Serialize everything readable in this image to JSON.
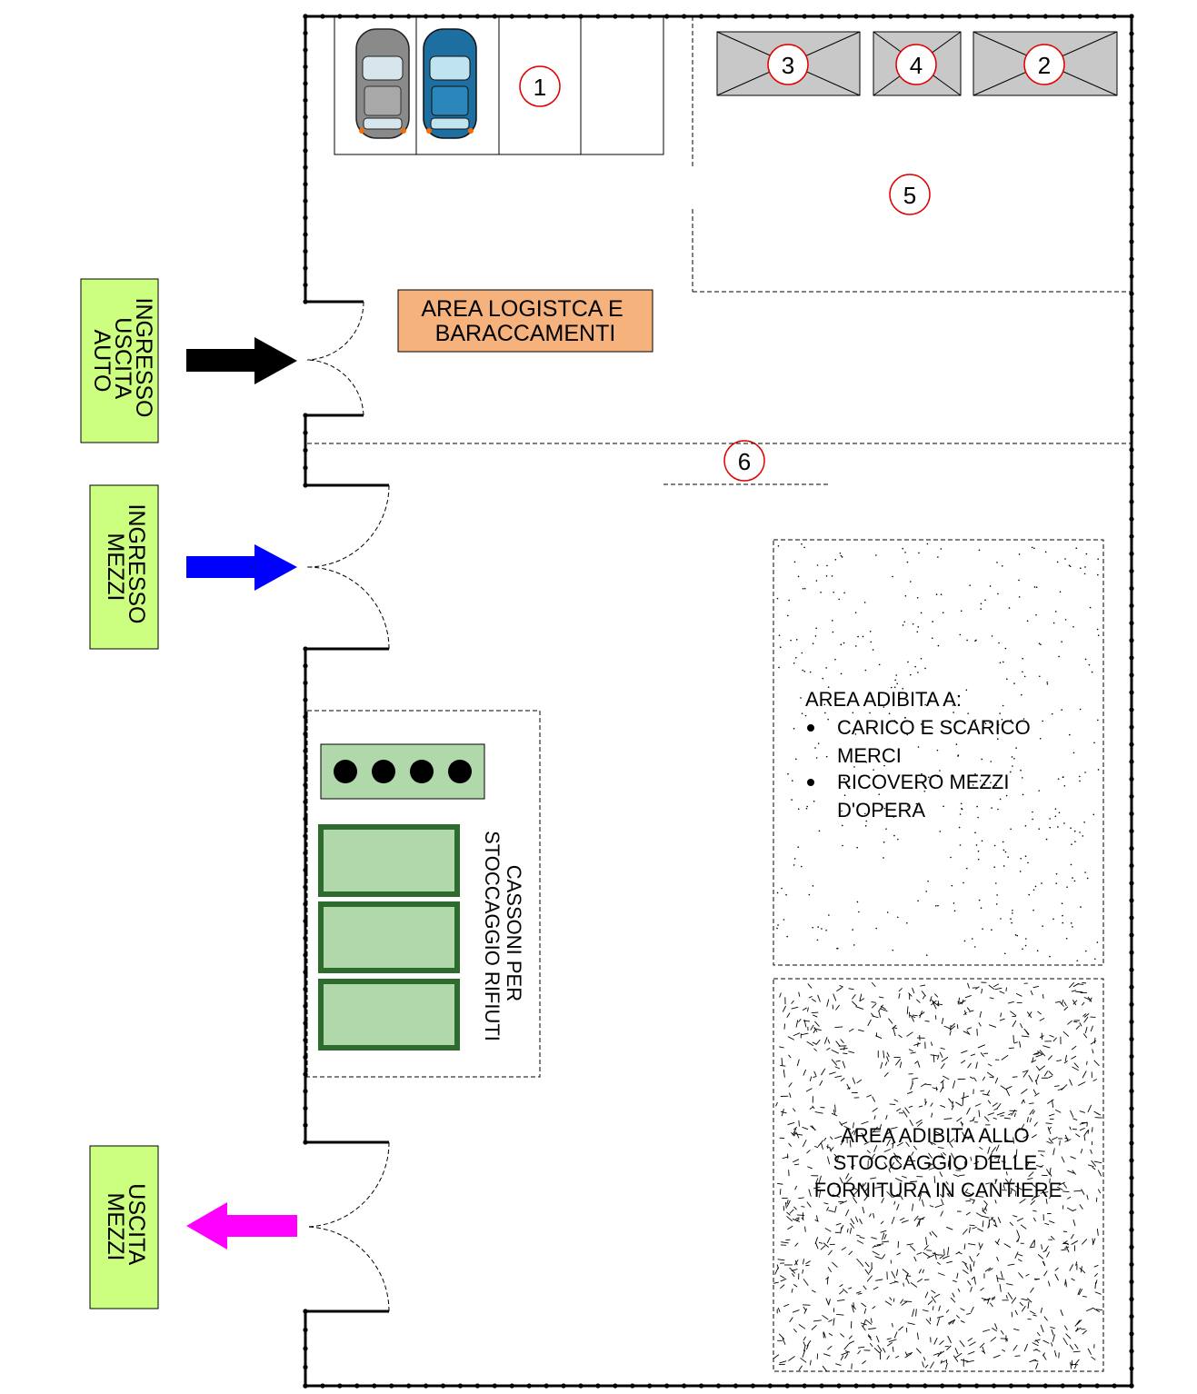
{
  "gates": {
    "car_entry": {
      "label_lines": [
        "INGRESSO",
        "USCITA",
        "AUTO"
      ],
      "arrow_color": "#000000"
    },
    "vehicle_entry": {
      "label_lines": [
        "INGRESSO",
        "MEZZI"
      ],
      "arrow_color": "#0000ff"
    },
    "vehicle_exit": {
      "label_lines": [
        "USCITA",
        "MEZZI"
      ],
      "arrow_color": "#ff00ff"
    }
  },
  "logistics_area": {
    "lines": [
      "AREA LOGISTCA E",
      "BARACCAMENTI"
    ]
  },
  "markers": {
    "m1": "1",
    "m2": "2",
    "m3": "3",
    "m4": "4",
    "m5": "5",
    "m6": "6"
  },
  "waste": {
    "lines": [
      "CASSONI PER",
      "STOCCAGGIO RIFIUTI"
    ]
  },
  "loading_area": {
    "title": "AREA ADIBITA A:",
    "items": [
      {
        "lines": [
          "CARICO E SCARICO",
          "MERCI"
        ]
      },
      {
        "lines": [
          "RICOVERO MEZZI",
          "D'OPERA"
        ]
      }
    ]
  },
  "storage_area": {
    "lines": [
      "AREA ADIBITA ALLO",
      "STOCCAGGIO DELLE",
      "FORNITURA IN CANTIERE"
    ]
  },
  "colors": {
    "label_bg": "#ccff80",
    "logistics_bg": "#f5b27d",
    "waste_fill": "#b0d8aa",
    "waste_border": "#2e6b2e",
    "hut_fill": "#c8c8c8",
    "car1": "#8a8a8a",
    "car2": "#1c6fa0",
    "marker_stroke": "#e00000"
  }
}
